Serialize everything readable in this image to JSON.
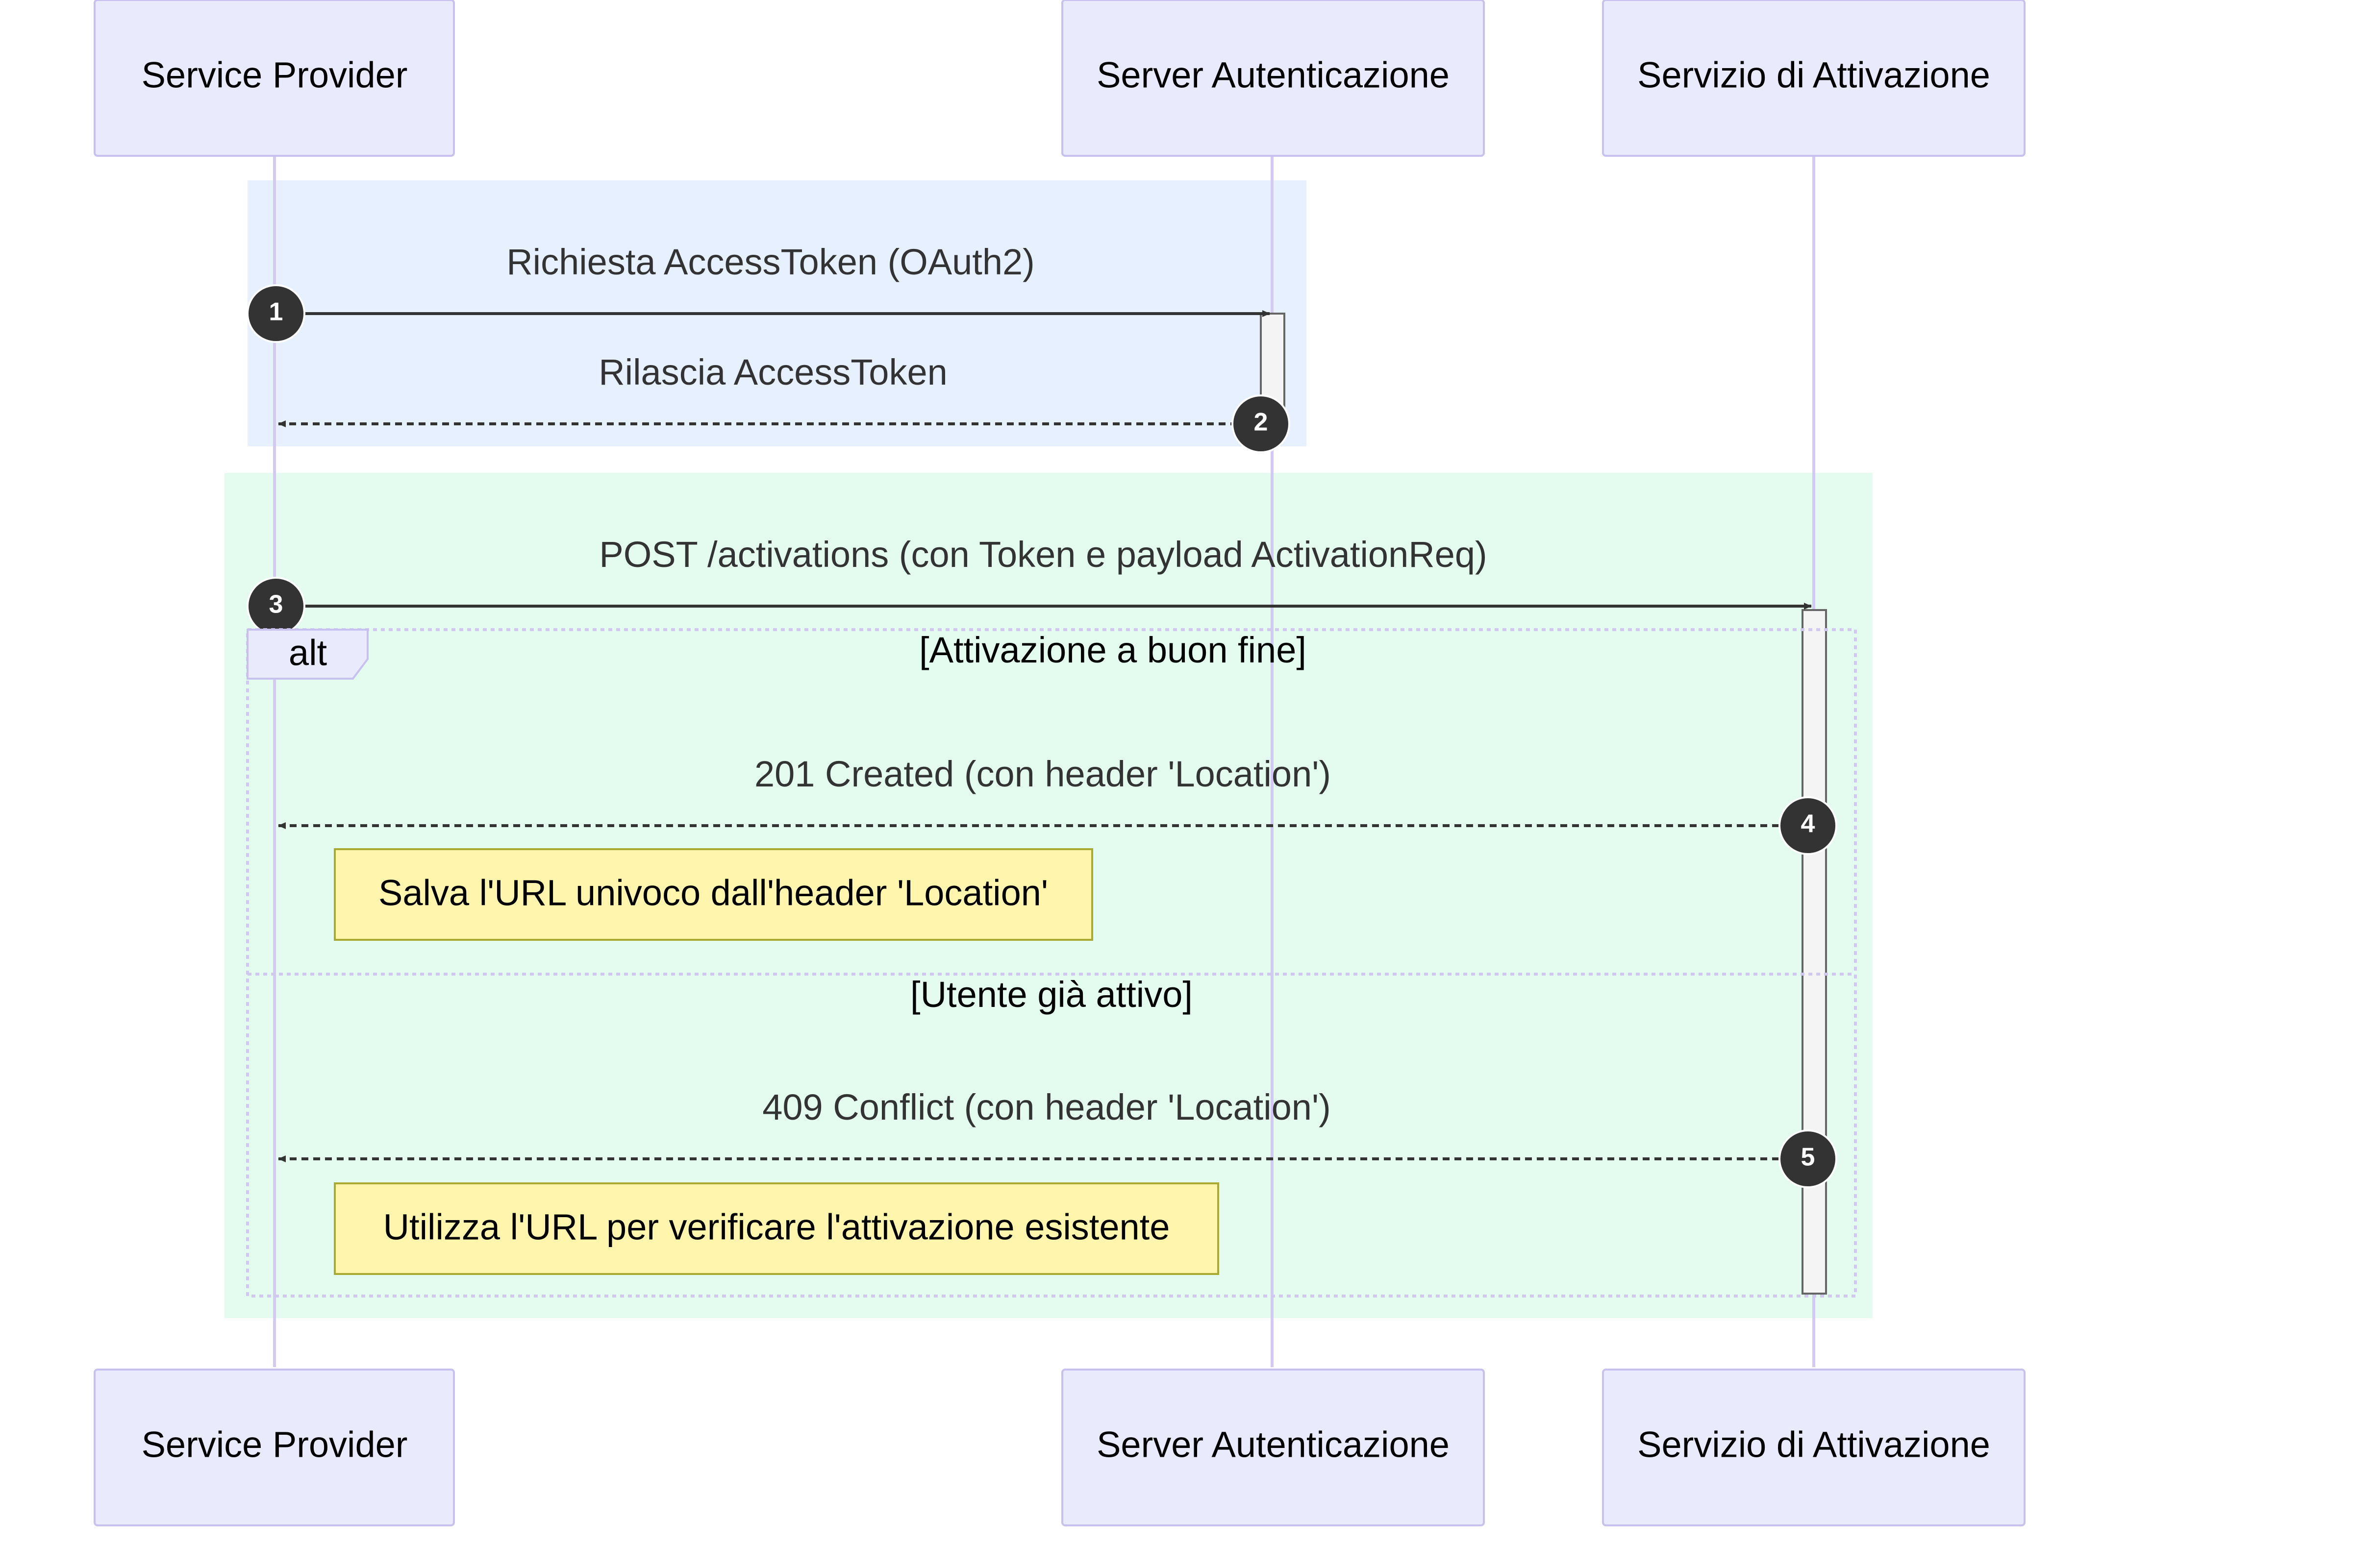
{
  "participants": [
    {
      "id": "sp",
      "label": "Service Provider"
    },
    {
      "id": "auth",
      "label": "Server Autenticazione"
    },
    {
      "id": "act",
      "label": "Servizio di Attivazione"
    }
  ],
  "messages": [
    {
      "number": "1",
      "label": "Richiesta AccessToken (OAuth2)",
      "from": "sp",
      "to": "auth",
      "style": "solid"
    },
    {
      "number": "2",
      "label": "Rilascia AccessToken",
      "from": "auth",
      "to": "sp",
      "style": "dashed"
    },
    {
      "number": "3",
      "label": "POST /activations (con Token e payload ActivationReq)",
      "from": "sp",
      "to": "act",
      "style": "solid"
    },
    {
      "number": "4",
      "label": "201 Created (con header 'Location')",
      "from": "act",
      "to": "sp",
      "style": "dashed"
    },
    {
      "number": "5",
      "label": "409 Conflict (con header 'Location')",
      "from": "act",
      "to": "sp",
      "style": "dashed"
    }
  ],
  "alt_block": {
    "keyword": "alt",
    "first_condition": "[Attivazione a buon fine]",
    "second_condition": "[Utente già attivo]"
  },
  "notes": [
    {
      "text": "Salva l'URL univoco dall'header 'Location'"
    },
    {
      "text": "Utilizza l'URL per verificare l'attivazione esistente"
    }
  ],
  "colors": {
    "actor_fill": "#eaeafd",
    "actor_stroke": "#c8c0ee",
    "lifeline": "#d4c9f2",
    "rect_auth": "#e6f0ff",
    "rect_activation": "#e3fcef",
    "note_fill": "#fff5ad",
    "note_stroke": "#aaaa33",
    "arrow": "#333333",
    "badge": "#333333",
    "activation_fill": "#f4f4f4",
    "activation_stroke": "#666666",
    "alt_border": "#d0c8ee"
  }
}
